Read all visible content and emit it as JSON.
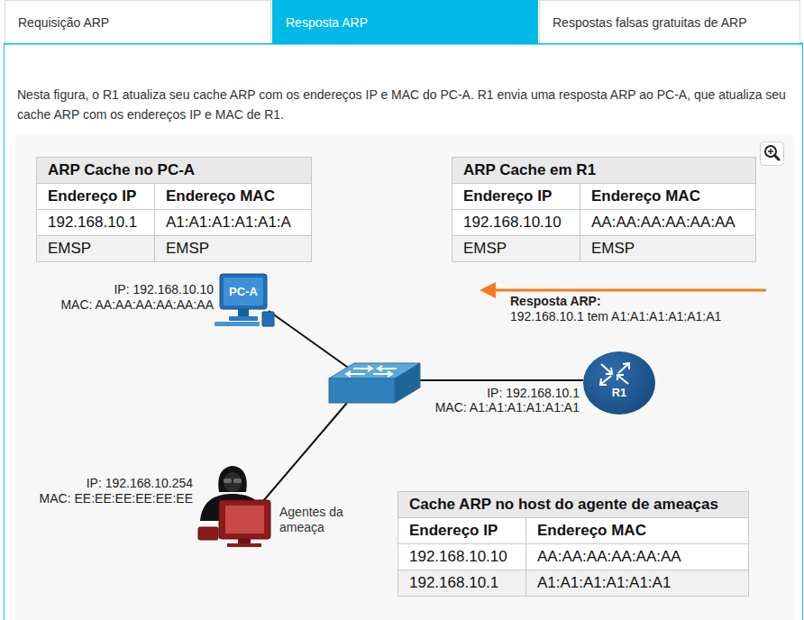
{
  "diagram": {
    "nodes": [
      {
        "text": [
          "Requisição ARP"
        ]
      },
      {
        "text": [
          "Resposta ARP"
        ]
      },
      {
        "text": [
          "Respostas falsas gratuitas de ARP"
        ]
      },
      {
        "text": [
          "PC-A"
        ]
      },
      {
        "text": [
          "R1"
        ]
      }
    ],
    "labels": [
      "Nesta figura, o R1 atualiza seu cache ARP com os endereços IP e MAC do PC-A. R1 envia uma resposta ARP ao PC-A, que atualiza seu cache ARP com os endereços IP e MAC de R1.",
      "ARP Cache no PC-A",
      "Endereço IP",
      "Endereço MAC",
      "192.168.10.1",
      "A1:A1:A1:A1:A1:A",
      "EMSP",
      "EMSP",
      "ARP Cache em R1",
      "Endereço IP",
      "Endereço MAC",
      "192.168.10.10",
      "AA:AA:AA:AA:AA:AA",
      "EMSP",
      "EMSP",
      "IP: 192.168.10.10",
      "MAC: AA:AA:AA:AA:AA:AA",
      "Resposta ARP:",
      "192.168.10.1 tem A1:A1:A1:A1:A1:A1",
      "IP: 192.168.10.1",
      "MAC: A1:A1:A1:A1:A1:A1",
      "IP: 192.168.10.254",
      "MAC: EE:EE:EE:EE:EE:EE",
      "Agentes da ameaça",
      "Cache ARP no host do agente de ameaças",
      "Endereço IP",
      "Endereço MAC",
      "192.168.10.10",
      "AA:AA:AA:AA:AA:AA",
      "192.168.10.1",
      "A1:A1:A1:A1:A1:A1"
    ]
  }
}
